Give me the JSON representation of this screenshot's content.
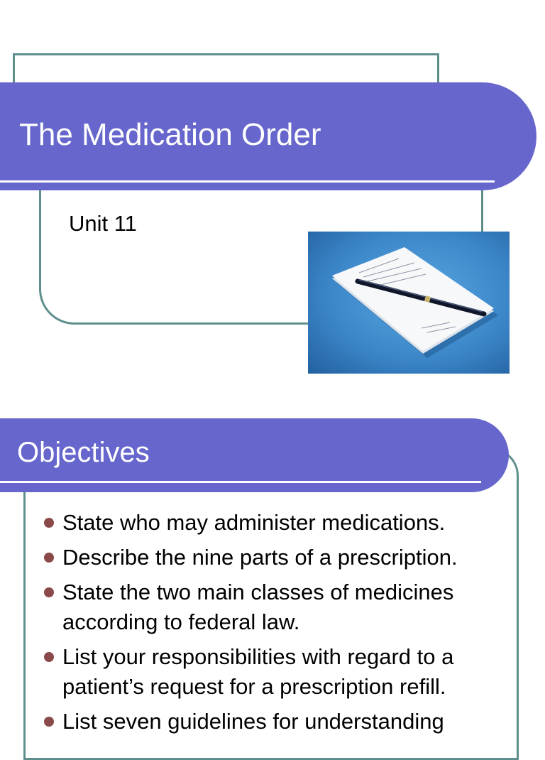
{
  "slide1": {
    "title": "The Medication Order",
    "subtitle": "Unit 11",
    "image": {
      "description": "photo-prescription-pad-with-pen"
    }
  },
  "slide2": {
    "title": "Objectives",
    "bullets": [
      "State who may administer medications.",
      "Describe the nine parts of a prescription.",
      "State the two main classes of medicines according to federal law.",
      "List your responsibilities with regard to a patient’s request for a prescription refill.",
      "List seven guidelines for understanding"
    ]
  },
  "colors": {
    "title_bar": "#6666cc",
    "frame": "#5f8f8d",
    "bullet": "#8b4a4a",
    "title_text": "#ffffff"
  }
}
